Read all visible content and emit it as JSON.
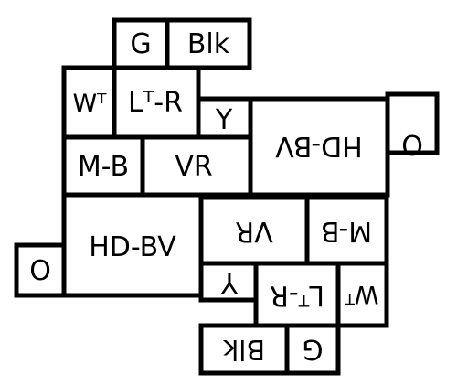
{
  "upper": {
    "g": "G",
    "blk": "Blk",
    "wt": "Wᵀ",
    "lt_r": "Lᵀ-R",
    "y": "Y",
    "mb": "M-B",
    "vr": "VR",
    "hdbv": "HD-BV",
    "o": "O"
  },
  "lower": {
    "o": "O",
    "hdbv": "HD-BV",
    "vr": "VR",
    "mb": "M-B",
    "y": "Y",
    "lt_r": "Lᵀ-R",
    "wt": "Wᵀ",
    "blk": "Blk",
    "g": "G"
  },
  "colors": {
    "ink": "#000000",
    "paper": "#ffffff"
  }
}
